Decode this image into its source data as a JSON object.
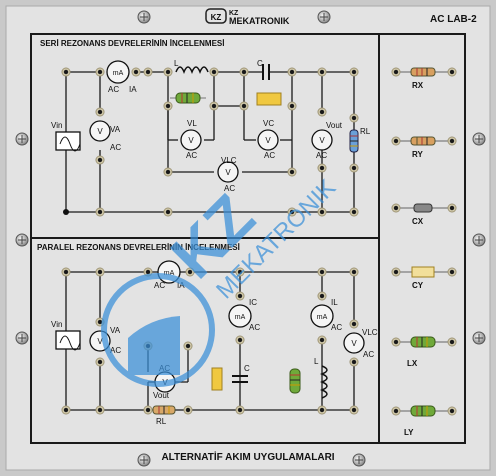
{
  "header": {
    "brand_kz": "KZ",
    "brand_name": "MEKATRONIK",
    "model": "AC LAB-2"
  },
  "series_section": {
    "title": "SERİ REZONANS DEVRELERİNİN İNCELENMESİ",
    "vin_label": "Vin",
    "ma_label": "mA",
    "ac_ia": "AC",
    "ia_label": "IA",
    "l_label": "L",
    "c_label": "C",
    "va_label": "VA",
    "va_ac": "AC",
    "vl_label": "VL",
    "vl_ac": "AC",
    "vc_label": "VC",
    "vc_ac": "AC",
    "vout_label": "Vout",
    "vout_ac": "AC",
    "rl_label": "RL",
    "vlc_label": "VLC",
    "vlc_ac": "AC"
  },
  "parallel_section": {
    "title": "PARALEL REZONANS DEVRELERİNİN İNCELENMESİ",
    "vin_label": "Vin",
    "ma_label": "mA",
    "ac_ia": "AC",
    "ia_label": "IA",
    "va_label": "VA",
    "va_ac": "AC",
    "ic_label": "IC",
    "ic_ac": "AC",
    "il_label": "IL",
    "il_ac": "AC",
    "vlc_label": "VLC",
    "vlc_ac": "AC",
    "c_label": "C",
    "l_label": "L",
    "vout_ac": "AC",
    "vout_label": "Vout",
    "rl_label": "RL"
  },
  "components": {
    "rx": "RX",
    "ry": "RY",
    "cx": "CX",
    "cy": "CY",
    "lx": "LX",
    "ly": "LY"
  },
  "footer": {
    "title": "ALTERNATİF AKIM UYGULAMALARI"
  },
  "watermark": {
    "kz": "KZ",
    "text": "MEKATRONIK"
  },
  "colors": {
    "panel": "#e2e2e2",
    "frame": "#1a1a1a",
    "watermark": "#3a8fd8"
  }
}
